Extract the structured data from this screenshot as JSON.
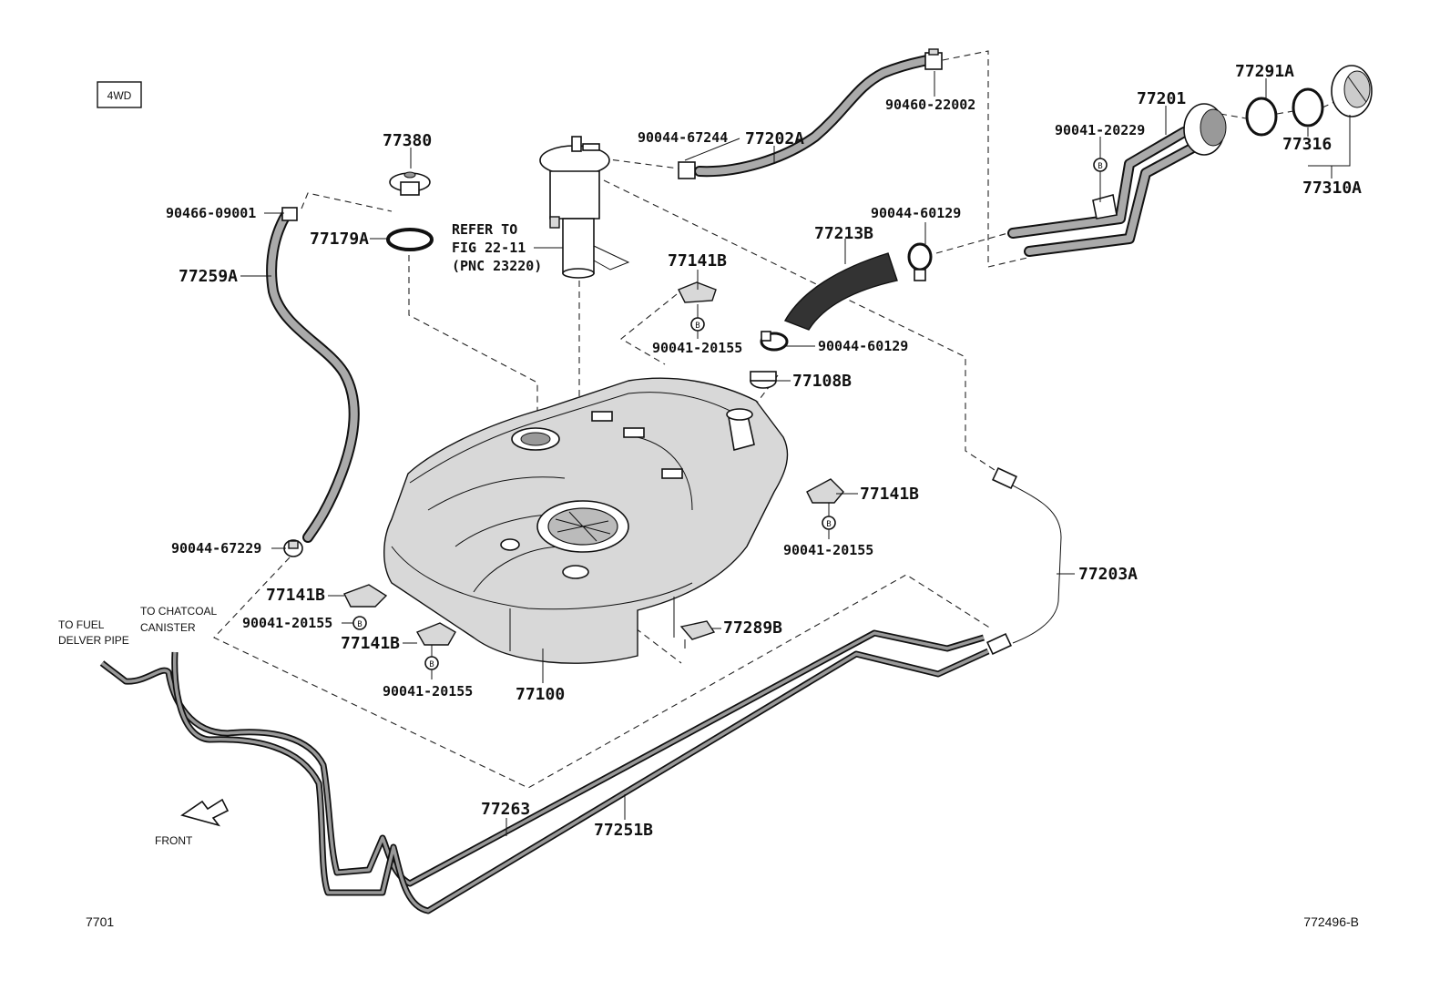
{
  "badge": "4WD",
  "labels": {
    "p77380": "77380",
    "p90466_09001": "90466-09001",
    "p77179A": "77179A",
    "p77259A": "77259A",
    "p90044_67229": "90044-67229",
    "p90044_67244": "90044-67244",
    "p77202A": "77202A",
    "p90460_22002": "90460-22002",
    "p77291A": "77291A",
    "p77201": "77201",
    "p90041_20229": "90041-20229",
    "p77316": "77316",
    "p77310A": "77310A",
    "p77213B": "77213B",
    "p90044_60129_a": "90044-60129",
    "p90044_60129_b": "90044-60129",
    "p77141B_top": "77141B",
    "p90041_20155_top": "90041-20155",
    "p77108B": "77108B",
    "p77141B_right": "77141B",
    "p90041_20155_right": "90041-20155",
    "p77203A": "77203A",
    "p77141B_left": "77141B",
    "p90041_20155_left": "90041-20155",
    "p77141B_bottom": "77141B",
    "p90041_20155_bottom": "90041-20155",
    "p77100": "77100",
    "p77289B": "77289B",
    "p77263": "77263",
    "p77251B": "77251B"
  },
  "refer": {
    "line1": "REFER TO",
    "line2": "FIG 22-11",
    "line3": "(PNC 23220)"
  },
  "notes": {
    "fuel_line1": "TO FUEL",
    "fuel_line2": "DELVER PIPE",
    "canister_line1": "TO CHATCOAL",
    "canister_line2": "CANISTER",
    "front": "FRONT"
  },
  "bolt_marker": "B",
  "footer": {
    "left": "7701",
    "right": "772496-B"
  }
}
